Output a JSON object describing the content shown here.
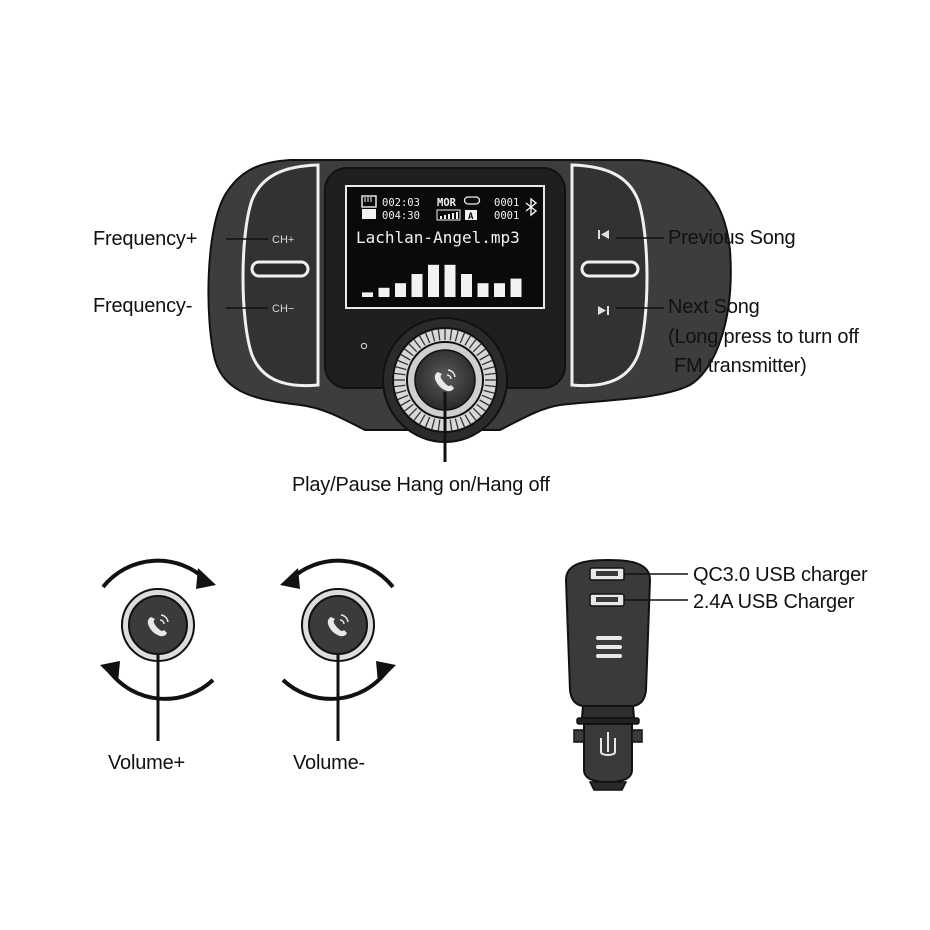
{
  "labels": {
    "frequency_plus": "Frequency+",
    "frequency_minus": "Frequency-",
    "previous_song": "Previous Song",
    "next_song": "Next Song",
    "next_song_note_1": "(Long press to turn off",
    "next_song_note_2": "FM transmitter)",
    "play_pause": "Play/Pause Hang on/Hang off",
    "volume_plus": "Volume+",
    "volume_minus": "Volume-",
    "qc_usb": "QC3.0 USB charger",
    "usb_24a": "2.4A USB Charger"
  },
  "buttons": {
    "ch_plus": "CH+",
    "ch_minus": "CH−"
  },
  "display": {
    "time_1": "002:03",
    "time_2": "004:30",
    "mode": "MOR",
    "track_1": "0001",
    "track_2": "0001",
    "folder": "A",
    "filename": "Lachlan-Angel.mp3",
    "eq_levels": [
      1,
      2,
      3,
      5,
      7,
      7,
      5,
      3,
      3,
      4
    ]
  },
  "colors": {
    "device_body": "#3d3d3d",
    "device_dark": "#1c1c1c",
    "lcd_background": "#0a0a0a",
    "lcd_text": "#f2f2f2",
    "line": "#111111"
  },
  "icons": [
    "sd-card-icon",
    "repeat-icon",
    "bluetooth-icon",
    "previous-track-icon",
    "next-track-icon",
    "phone-icon",
    "rotate-clockwise-arrow-icon",
    "rotate-counterclockwise-arrow-icon",
    "usb-port-icon"
  ]
}
